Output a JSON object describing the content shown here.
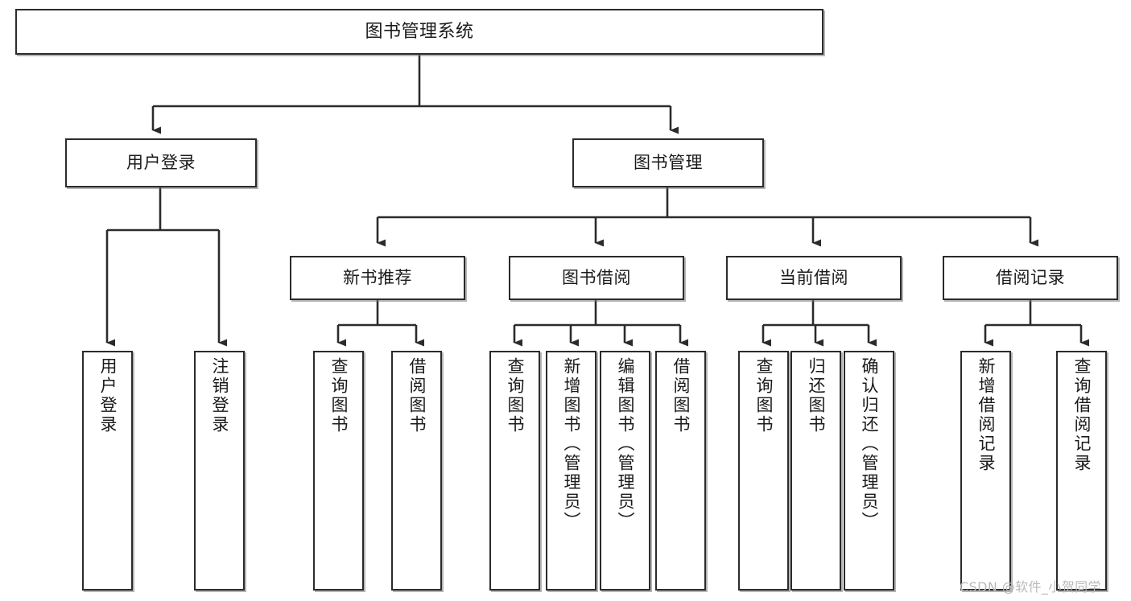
{
  "diagram": {
    "type": "tree-hierarchy",
    "title": "图书管理系统",
    "watermark": "CSDN @软件_小贺同学",
    "colors": {
      "box_border": "#2b2b2b",
      "box_fill": "#ffffff",
      "connector": "#2b2b2b",
      "watermark": "#b9b9b9"
    },
    "nodes": {
      "root": {
        "label": "图书管理系统"
      },
      "level1": [
        {
          "label": "用户登录"
        },
        {
          "label": "图书管理"
        }
      ],
      "level2": [
        {
          "label": "新书推荐"
        },
        {
          "label": "图书借阅"
        },
        {
          "label": "当前借阅"
        },
        {
          "label": "借阅记录"
        }
      ],
      "leaves": {
        "user_login": [
          {
            "label": "用户登录"
          },
          {
            "label": "注销登录"
          }
        ],
        "new_book_recommend": [
          {
            "label": "查询图书"
          },
          {
            "label": "借阅图书"
          }
        ],
        "book_borrow": [
          {
            "label": "查询图书"
          },
          {
            "label": "新增图书（管理员）"
          },
          {
            "label": "编辑图书（管理员）"
          },
          {
            "label": "借阅图书"
          }
        ],
        "current_borrow": [
          {
            "label": "查询图书"
          },
          {
            "label": "归还图书"
          },
          {
            "label": "确认归还（管理员）"
          }
        ],
        "borrow_record": [
          {
            "label": "新增借阅记录"
          },
          {
            "label": "查询借阅记录"
          }
        ]
      }
    }
  }
}
